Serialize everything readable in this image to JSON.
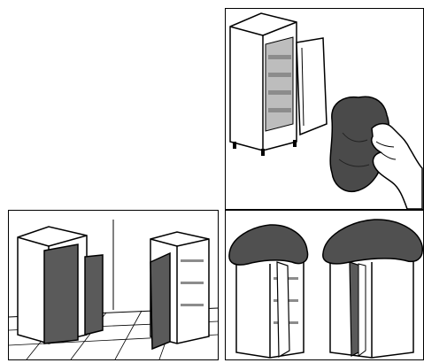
{
  "illustrations": [
    {
      "id": "cleaning",
      "icon": "cloth-wiping-icon"
    },
    {
      "id": "doors-open",
      "icon": "open-doors-icon"
    },
    {
      "id": "covered",
      "icon": "covered-cabinet-icon"
    }
  ],
  "colors": {
    "line": "#000000",
    "background": "#ffffff",
    "door_dark": "#5a5a5a",
    "cloth_dark": "#4a4a4a",
    "cover_dark": "#505050",
    "shelf_gray": "#8c8c8c"
  }
}
